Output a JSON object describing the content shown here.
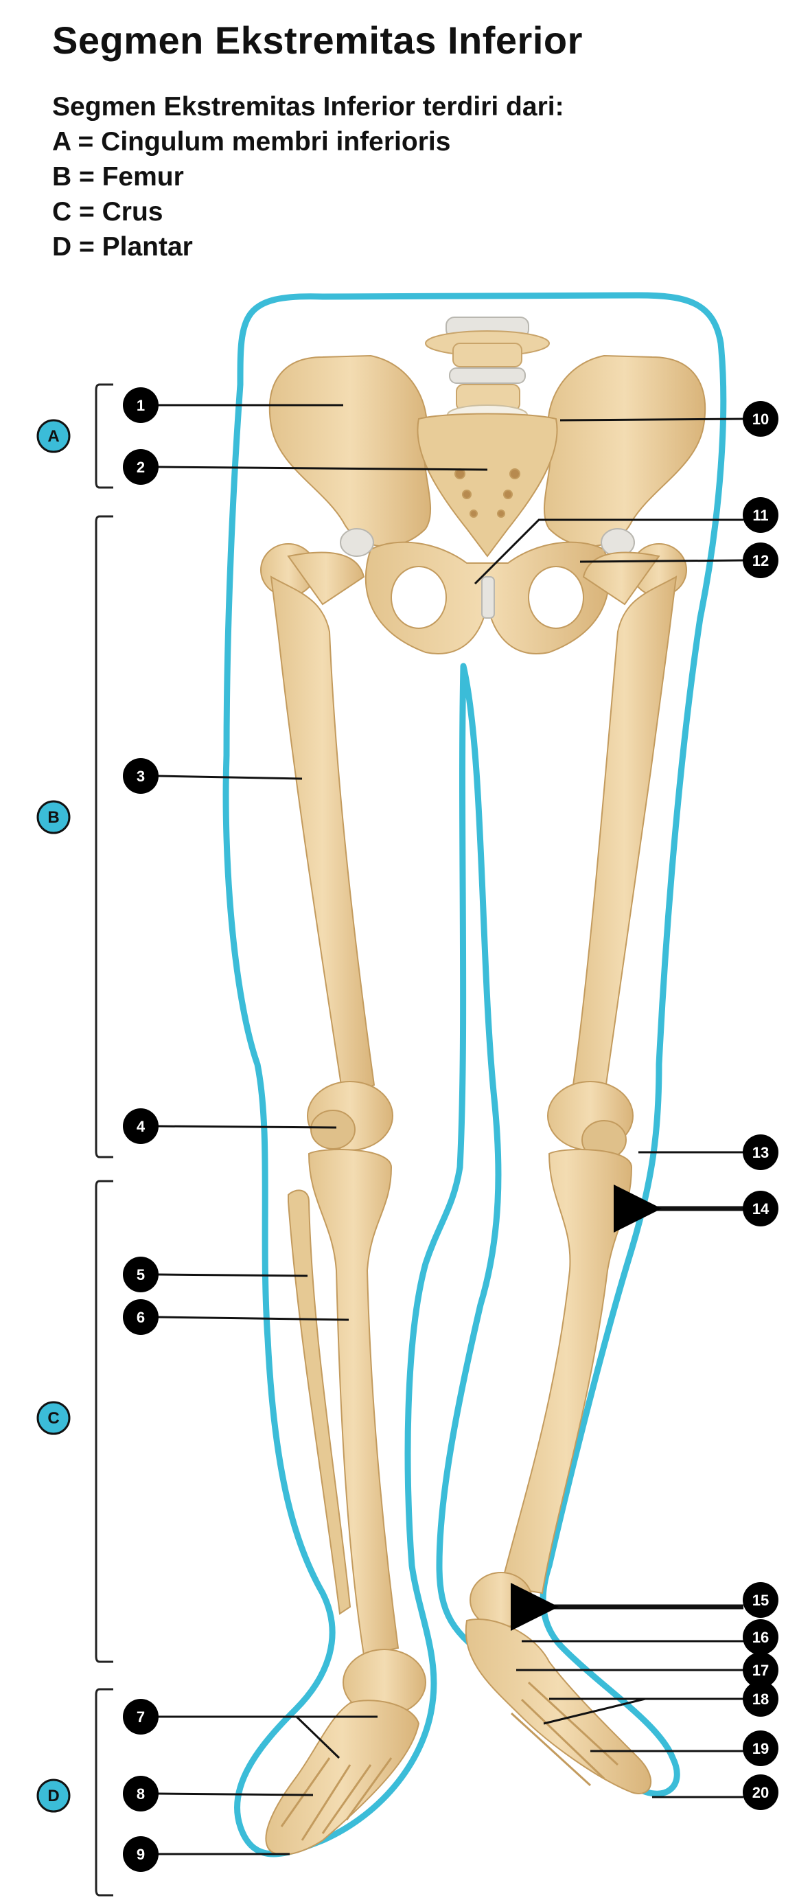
{
  "title": "Segmen Ekstremitas Inferior",
  "intro": {
    "heading": "Segmen Ekstremitas Inferior terdiri dari:",
    "items": [
      "A = Cingulum membri inferioris",
      "B = Femur",
      "C = Crus",
      "D = Plantar"
    ]
  },
  "segments": [
    "A",
    "B",
    "C",
    "D"
  ],
  "labels": [
    "1",
    "2",
    "3",
    "4",
    "5",
    "6",
    "7",
    "8",
    "9",
    "10",
    "11",
    "12",
    "13",
    "14",
    "15",
    "16",
    "17",
    "18",
    "19",
    "20"
  ],
  "colors": {
    "outline": "#3bbcd8",
    "bone": "#ecd3a4",
    "bone_shade": "#d8b47c",
    "marker": "#000000",
    "segment_badge": "#3bbcd8"
  }
}
